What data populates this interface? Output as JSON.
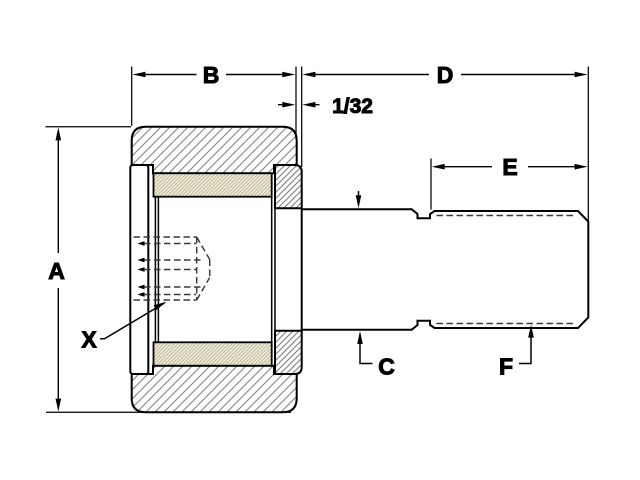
{
  "drawing": {
    "description": "Cam follower bearing cross-section dimensional diagram",
    "background": "#ffffff",
    "outline_color": "#000000",
    "steel_hatch_color": "#8c8c8c",
    "flange_hatch_color": "#7a7a7a",
    "needle_fill": "#f0eee0",
    "needle_hatch_color": "#b3ab7e",
    "hidden_line_color": "#3a3a3a",
    "labels": {
      "roller_outer_diameter": "A",
      "roller_width": "B",
      "stud_diameter": "C",
      "stud_length": "D",
      "thread_length": "E",
      "thread_size": "F",
      "hex_socket_ref": "X",
      "end_clearance": "1/32"
    }
  }
}
